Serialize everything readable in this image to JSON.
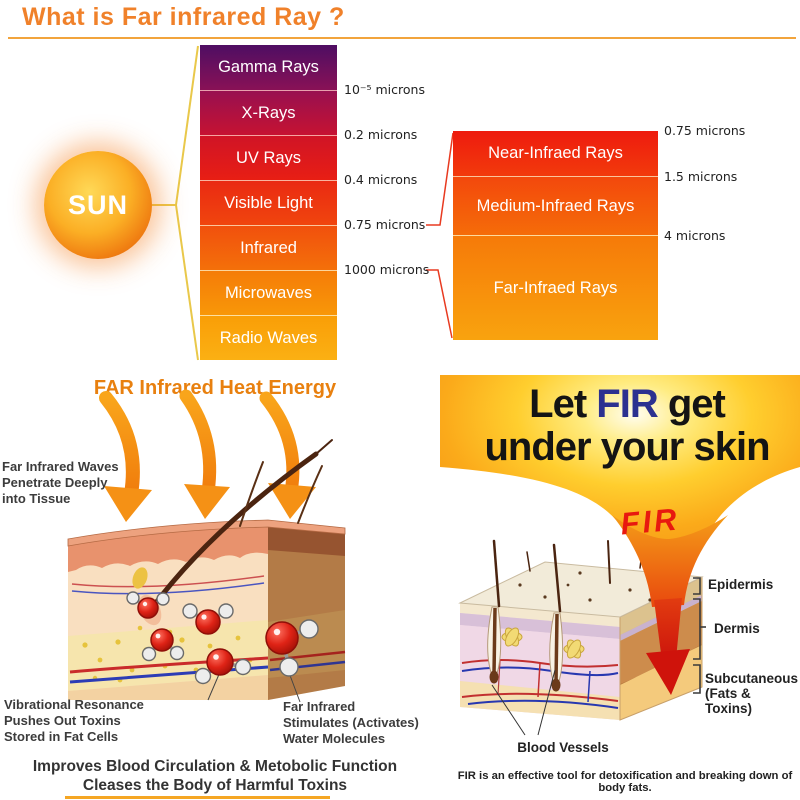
{
  "infographic": {
    "top": {
      "title": "What is Far infrared Ray ?",
      "sun_label": "SUN",
      "spectrum_bands": [
        {
          "label": "Gamma Rays",
          "color": "#6a1160"
        },
        {
          "label": "X-Rays",
          "color": "#a81048"
        },
        {
          "label": "UV Rays",
          "color": "#da1820"
        },
        {
          "label": "Visible Light",
          "color": "#ee3310"
        },
        {
          "label": "Infrared",
          "color": "#f2600c"
        },
        {
          "label": "Microwaves",
          "color": "#f78908"
        },
        {
          "label": "Radio Waves",
          "color": "#faa70c"
        }
      ],
      "spectrum_ticks": [
        {
          "label": "10⁻⁵ microns"
        },
        {
          "label": "0.2 microns"
        },
        {
          "label": "0.4 microns"
        },
        {
          "label": "0.75 microns"
        },
        {
          "label": "1000 microns"
        }
      ],
      "infrared_bands": [
        {
          "label": "Near-Infraed Rays",
          "color": "#f02a0d"
        },
        {
          "label": "Medium-Infraed Rays",
          "color": "#f45a0a"
        },
        {
          "label": "Far-Infraed Rays",
          "color": "#f88d0b"
        }
      ],
      "infrared_ticks": [
        {
          "label": "0.75 microns"
        },
        {
          "label": "1.5 microns"
        },
        {
          "label": "4 microns"
        }
      ]
    },
    "heat_energy": {
      "title": "FAR Infrared Heat Energy",
      "penetrate_label": "Far Infrared Waves\nPenetrate Deeply\ninto Tissue",
      "vibrational_label": "Vibrational Resonance\nPushes Out Toxins\nStored in Fat Cells",
      "stimulates_label": "Far Infrared\nStimulates (Activates)\nWater Molecules",
      "footer": "Improves Blood Circulation & Metobolic Function\nCleases the Body of Harmful Toxins"
    },
    "fir_skin": {
      "headline_part1": "Let ",
      "headline_fir": "FIR",
      "headline_part2": " get",
      "headline_line2": "under your skin",
      "fir_arrow_label": "FIR",
      "layer_labels": [
        {
          "label": "Epidermis"
        },
        {
          "label": "Dermis"
        },
        {
          "label": "Subcutaneous\n(Fats & Toxins)"
        }
      ],
      "blood_vessels_label": "Blood Vessels",
      "caption": "FIR is an effective tool for detoxification and breaking down of body fats."
    },
    "colors": {
      "title_orange": "#f0812a",
      "headline_navy": "#2c3190",
      "fir_red": "#e8190f",
      "arrow_orange": "#f59115",
      "glow_yellow": "#ffd029"
    }
  }
}
